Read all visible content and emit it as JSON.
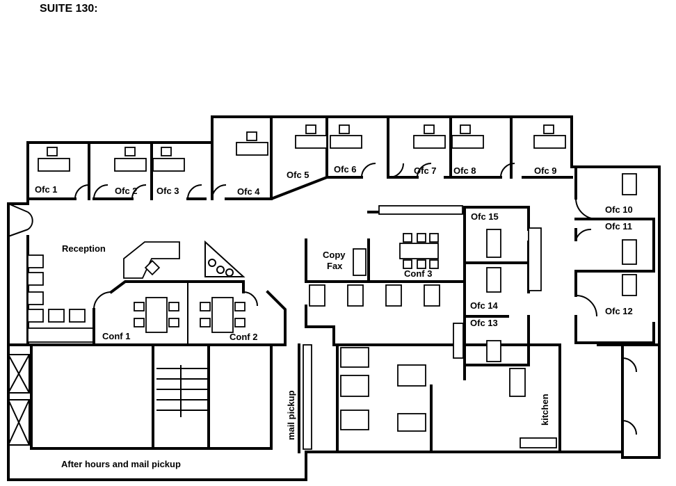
{
  "plan": {
    "title": "SUITE 130:",
    "rooms": {
      "ofc1": "Ofc 1",
      "ofc2": "Ofc 2",
      "ofc3": "Ofc 3",
      "ofc4": "Ofc 4",
      "ofc5": "Ofc 5",
      "ofc6": "Ofc 6",
      "ofc7": "Ofc 7",
      "ofc8": "Ofc 8",
      "ofc9": "Ofc 9",
      "ofc10": "Ofc 10",
      "ofc11": "Ofc 11",
      "ofc12": "Ofc 12",
      "ofc13": "Ofc 13",
      "ofc14": "Ofc 14",
      "ofc15": "Ofc 15",
      "reception": "Reception",
      "copy": "Copy",
      "fax": "Fax",
      "conf1": "Conf 1",
      "conf2": "Conf 2",
      "conf3": "Conf 3",
      "mail_pickup": "mail pickup",
      "kitchen": "kitchen",
      "after_hours": "After hours and mail pickup"
    }
  }
}
